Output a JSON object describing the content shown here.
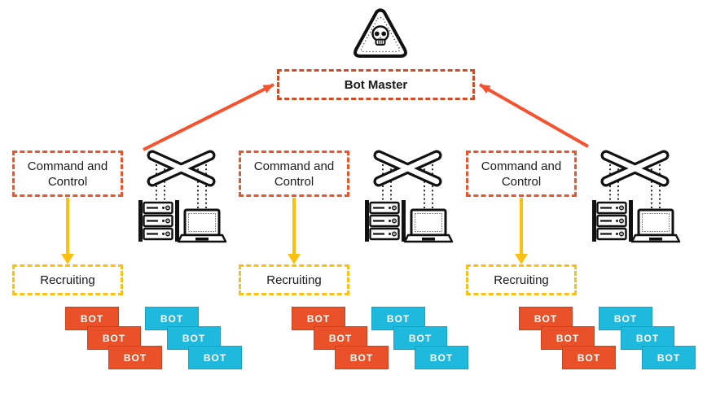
{
  "diagram": {
    "bot_master_label": "Bot Master",
    "hazard_icon": "skull-warning-triangle-icon",
    "device_icons": [
      "network-switch-icon",
      "server-rack-icon",
      "laptop-icon"
    ],
    "arrows": [
      {
        "name": "left-switch-to-bot-master",
        "color": "#f5532f"
      },
      {
        "name": "right-switch-to-bot-master",
        "color": "#f5532f"
      },
      {
        "name": "cnc-to-recruiting",
        "color": "#fdc011",
        "count": 3
      }
    ],
    "colors": {
      "cnc_border_red": "#ee5329",
      "bot_master_red": "#d14b24",
      "arrow_orange": "#f5532f",
      "recruit_yellow": "#fdc011",
      "bot_orange": "#e95129",
      "bot_cyan": "#1fb9dd",
      "text_ink": "#1a1a1a",
      "icon_black": "#111111"
    },
    "groups": [
      {
        "cnc_label": "Command and Control",
        "recruiting_label": "Recruiting",
        "bots": [
          {
            "label": "BOT",
            "color": "orange"
          },
          {
            "label": "BOT",
            "color": "orange"
          },
          {
            "label": "BOT",
            "color": "orange"
          },
          {
            "label": "BOT",
            "color": "cyan"
          },
          {
            "label": "BOT",
            "color": "cyan"
          },
          {
            "label": "BOT",
            "color": "cyan"
          }
        ]
      },
      {
        "cnc_label": "Command and Control",
        "recruiting_label": "Recruiting",
        "bots": [
          {
            "label": "BOT",
            "color": "orange"
          },
          {
            "label": "BOT",
            "color": "orange"
          },
          {
            "label": "BOT",
            "color": "orange"
          },
          {
            "label": "BOT",
            "color": "cyan"
          },
          {
            "label": "BOT",
            "color": "cyan"
          },
          {
            "label": "BOT",
            "color": "cyan"
          }
        ]
      },
      {
        "cnc_label": "Command and Control",
        "recruiting_label": "Recruiting",
        "bots": [
          {
            "label": "BOT",
            "color": "orange"
          },
          {
            "label": "BOT",
            "color": "orange"
          },
          {
            "label": "BOT",
            "color": "orange"
          },
          {
            "label": "BOT",
            "color": "cyan"
          },
          {
            "label": "BOT",
            "color": "cyan"
          },
          {
            "label": "BOT",
            "color": "cyan"
          }
        ]
      }
    ]
  }
}
